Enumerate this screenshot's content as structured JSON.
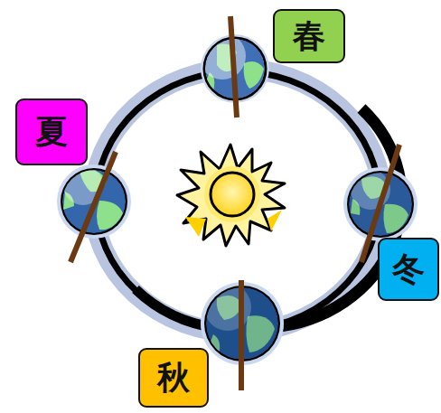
{
  "diagram": {
    "nodes": [
      {
        "text": [
          "春"
        ]
      },
      {
        "text": [
          "夏"
        ]
      },
      {
        "text": [
          "冬"
        ]
      },
      {
        "text": [
          "秋"
        ]
      }
    ]
  }
}
